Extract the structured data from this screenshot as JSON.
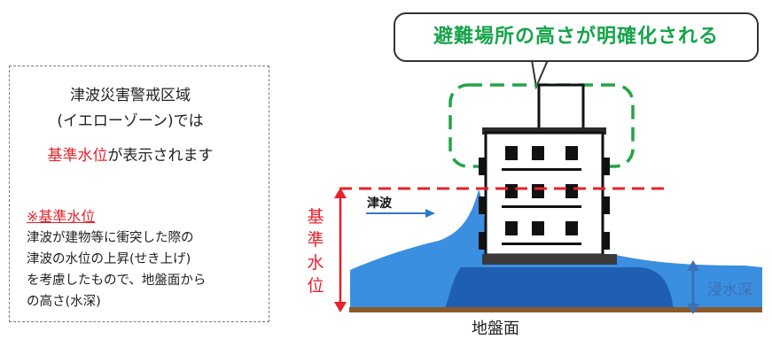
{
  "left_panel": {
    "line1": "津波災害警戒区域",
    "line2": "(イエローゾーン)では",
    "line3_red": "基準水位",
    "line3_rest": "が表示されます",
    "note_title": "※基準水位",
    "note_lines": [
      "津波が建物等に衝突した際の",
      "津波の水位の上昇(せき上げ)",
      "を考慮したもので、地盤面から",
      "の高さ(水深)"
    ]
  },
  "diagram": {
    "callout_text": "避難場所の高さが明確化される",
    "reference_level_label": "基準水位",
    "tsunami_label": "津波",
    "inundation_depth_label": "浸水深",
    "ground_label": "地盤面"
  },
  "colors": {
    "red": "#e8212b",
    "green": "#16a34a",
    "water_light": "#3a8fe0",
    "water_dark": "#1f5fb3",
    "ground": "#8b5a2b",
    "depth_arrow": "#3b6fb6"
  }
}
